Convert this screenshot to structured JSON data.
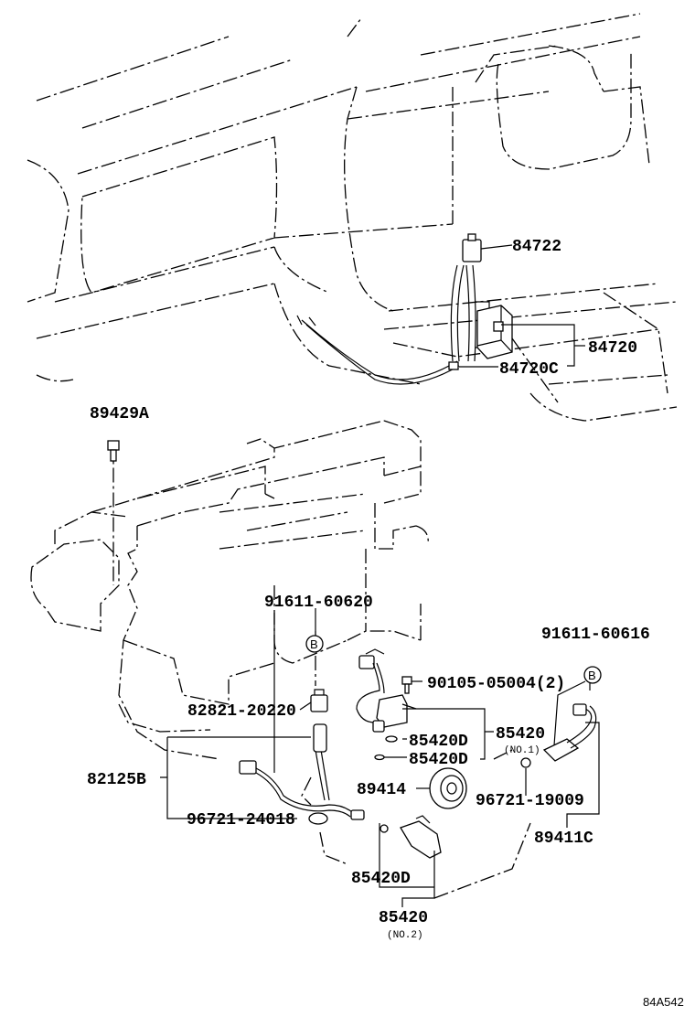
{
  "labels": {
    "l84722": "84722",
    "l84720": "84720",
    "l84720c": "84720C",
    "l89429a": "89429A",
    "l91611_60620": "91611-60620",
    "l91611_60616": "91611-60616",
    "l90105": "90105-05004(2)",
    "l82821": "82821-20220",
    "l82125b": "82125B",
    "l85420d_a": "85420D",
    "l85420d_b": "85420D",
    "l85420_no1": "85420",
    "no1": "(NO.1)",
    "l89414": "89414",
    "l96721_19009": "96721-19009",
    "l89411c": "89411C",
    "l96721_24018": "96721-24018",
    "l85420d_c": "85420D",
    "l85420_no2": "85420",
    "no2": "(NO.2)",
    "b1": "B",
    "b2": "B",
    "ref": "84A542"
  },
  "icons": [
    "sensor-icon",
    "connector-icon",
    "bolt-icon",
    "bracket-icon",
    "harness-icon",
    "engine-outline-icon",
    "body-outline-icon"
  ]
}
